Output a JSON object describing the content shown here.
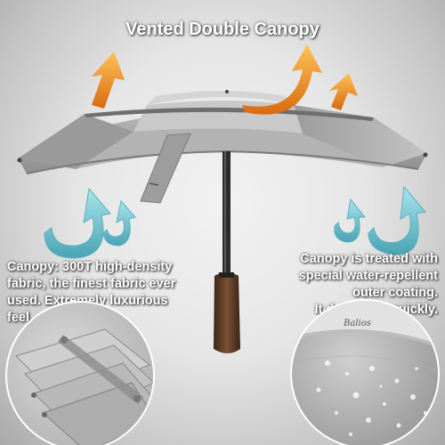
{
  "headline": "Vented Double Canopy",
  "captions": {
    "left": [
      "Canopy: 300T high-density",
      "fabric, the finest fabric ever",
      "used. Extremely luxurious",
      "feel."
    ],
    "right": [
      "Canopy is treated with",
      "special water-repellent",
      "outer coating.",
      "It dries very quickly."
    ]
  },
  "brand_mark": "Balios",
  "colors": {
    "canopy": "#a7a7a7",
    "canopy_highlight": "#cfcfcf",
    "hot_air_arrow": "#f39a1e",
    "cool_air_arrow": "#6fc0cd",
    "handle": "#5a3a24",
    "text": "#ffffff"
  },
  "icons": [
    "hot-air-arrow-icon",
    "cool-air-arrow-icon"
  ]
}
